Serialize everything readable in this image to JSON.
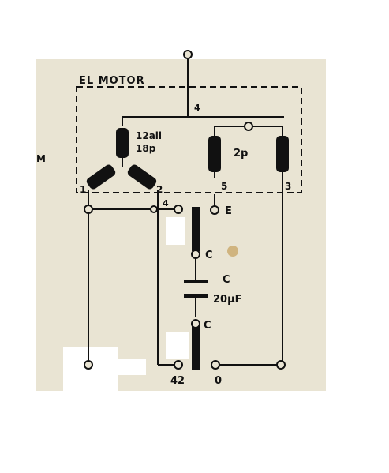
{
  "diagram": {
    "box_title": "EL MOTOR",
    "left_margin_mark": "M",
    "colors": {
      "paper": "#e9e4d3",
      "ink": "#111111",
      "stain": "#c9a86a"
    },
    "coils": {
      "star_label_line1": "12ali",
      "star_label_line2": "18p",
      "small_label": "2p"
    },
    "terminals": {
      "top": "4",
      "star_left": "1",
      "star_right": "2",
      "mid": "5",
      "right": "3",
      "junction_4": "4",
      "earth": "E",
      "cap_upper": "C",
      "cap_lower": "C",
      "bottom_42": "42",
      "bottom_0": "0"
    },
    "capacitor": {
      "label": "C",
      "value": "20μF"
    }
  }
}
